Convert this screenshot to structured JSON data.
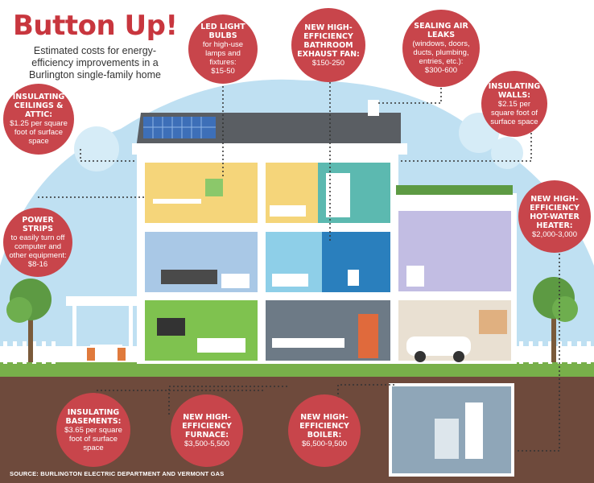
{
  "header": {
    "title": "Button Up!",
    "subtitle": "Estimated costs for energy-efficiency improvements in a Burlington single-family home"
  },
  "bubbles": {
    "led": {
      "title": "LED light bulbs",
      "detail": "for high-use lamps and fixtures:",
      "cost": "$15-50"
    },
    "fan": {
      "title": "New high-efficiency bathroom exhaust fan:",
      "cost": "$150-250"
    },
    "sealing": {
      "title": "Sealing air leaks",
      "detail": "(windows, doors, ducts, plumbing, entries, etc.):",
      "cost": "$300-600"
    },
    "walls": {
      "title": "Insulating walls:",
      "detail": "$2.15 per square foot of surface space"
    },
    "ceilings": {
      "title": "Insulating ceilings & attic:",
      "detail": "$1.25 per square foot of surface space"
    },
    "water": {
      "title": "New high-efficiency hot-water heater:",
      "cost": "$2,000-3,000"
    },
    "strips": {
      "title": "Power strips",
      "detail": "to easily turn off computer and other equipment:",
      "cost": "$8-16"
    },
    "basements": {
      "title": "Insulating basements:",
      "detail": "$3.65 per square foot of surface space"
    },
    "furnace": {
      "title": "New high-efficiency furnace:",
      "cost": "$3,500-5,500"
    },
    "boiler": {
      "title": "New high-efficiency boiler:",
      "cost": "$6,500-9,500"
    }
  },
  "footer": {
    "source": "SOURCE: BURLINGTON ELECTRIC DEPARTMENT AND VERMONT GAS"
  },
  "colors": {
    "bubble": "#c8454b",
    "title": "#c8363e",
    "sky": "#bfe0f2",
    "roof": "#5a5e63",
    "ground": "#6e4a3c",
    "grass": "#78b04a"
  }
}
